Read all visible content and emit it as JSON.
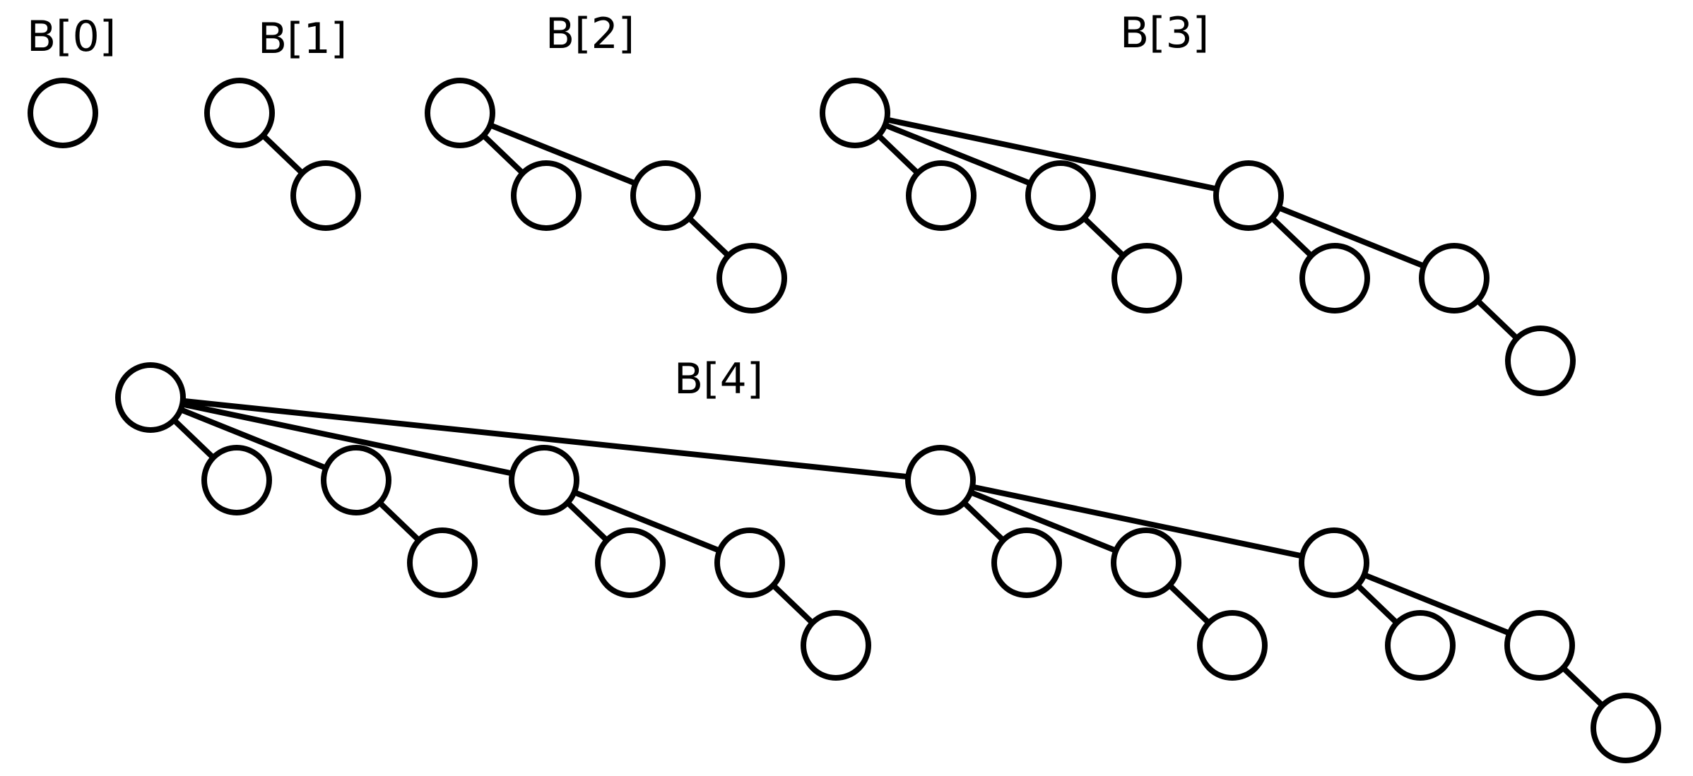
{
  "diagram": {
    "title": "",
    "trees": [
      {
        "label": "B[0]",
        "order": 0
      },
      {
        "label": "B[1]",
        "order": 1
      },
      {
        "label": "B[2]",
        "order": 2
      },
      {
        "label": "B[3]",
        "order": 3
      },
      {
        "label": "B[4]",
        "order": 4
      }
    ],
    "colors": {
      "stroke": "#000000",
      "node_fill": "#ffffff",
      "background": "#ffffff"
    }
  }
}
